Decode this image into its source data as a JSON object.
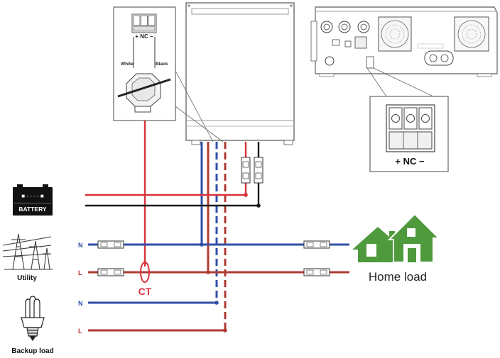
{
  "ct_detail": {
    "terminal_label": "+ NC −",
    "wire_left": "White",
    "wire_right": "Black"
  },
  "terminal_detail": {
    "label": "+ NC −"
  },
  "battery": {
    "label": "BATTERY",
    "terminals": "■ - - - - ■"
  },
  "utility": {
    "label": "Utility"
  },
  "backup": {
    "label": "Backup load"
  },
  "home": {
    "label": "Home load"
  },
  "ct": {
    "label": "CT"
  },
  "lines": {
    "n_utility": "N",
    "l_utility": "L",
    "n_backup": "N",
    "l_backup": "L"
  },
  "colors": {
    "neutral": "#2f4fa8",
    "live": "#b03a32",
    "battery_pos": "#d8323a",
    "battery_neg": "#1a1a1a",
    "house": "#4e9a3c",
    "outline": "#555555"
  }
}
